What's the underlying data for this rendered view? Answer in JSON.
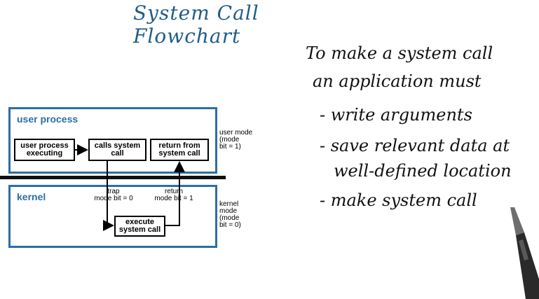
{
  "title": "System Call Flowchart",
  "diagram": {
    "user_box_label": "user process",
    "kernel_box_label": "kernel",
    "step_user_exec": "user process\nexecuting",
    "step_calls": "calls system\ncall",
    "step_return": "return from\nsystem call",
    "step_kernel_exec": "execute\nsystem call",
    "trap_label": "trap\nmode bit = 0",
    "return_label": "return\nmode bit = 1",
    "user_mode_note": "user mode\n(mode\nbit = 1)",
    "kernel_mode_note": "kernel\nmode\n(mode\nbit = 0)"
  },
  "notes": {
    "intro_line1": "To make a system call",
    "intro_line2": "an application must",
    "bullet1": "- write arguments",
    "bullet2_line1": "- save relevant data at",
    "bullet2_line2": "well-defined location",
    "bullet3": "- make system call"
  },
  "colors": {
    "accent": "#2b6ea8",
    "title": "#1f5c8a",
    "ink": "#111111"
  }
}
